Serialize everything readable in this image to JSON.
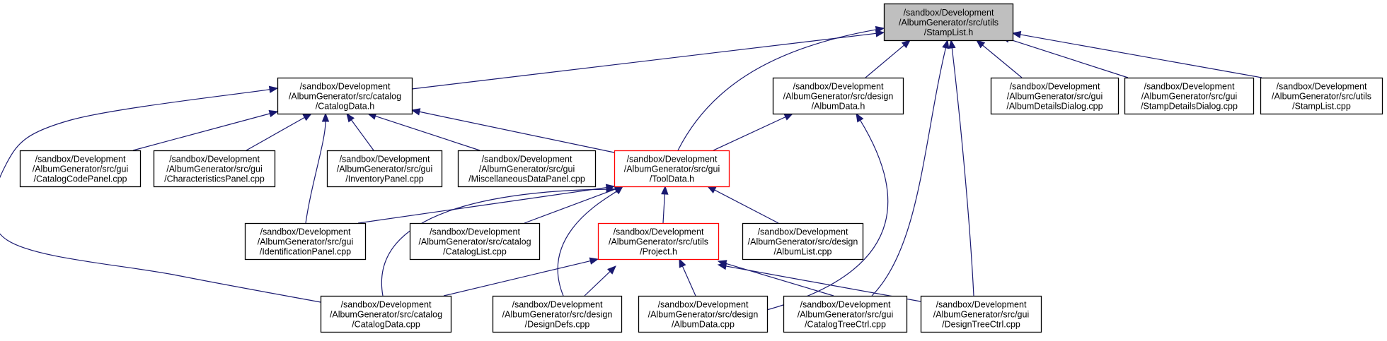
{
  "colors": {
    "edge": "#191970",
    "node_border": "#000000",
    "focus_border": "#ff0000",
    "root_fill": "#bfbfbf",
    "node_fill": "#ffffff"
  },
  "nodes": [
    {
      "id": "stamplist_h",
      "kind": "root",
      "lines": [
        "/sandbox/Development",
        "/AlbumGenerator/src/utils",
        "/StampList.h"
      ]
    },
    {
      "id": "catalogdata_h",
      "kind": "normal",
      "lines": [
        "/sandbox/Development",
        "/AlbumGenerator/src/catalog",
        "/CatalogData.h"
      ]
    },
    {
      "id": "albumdata_h",
      "kind": "normal",
      "lines": [
        "/sandbox/Development",
        "/AlbumGenerator/src/design",
        "/AlbumData.h"
      ]
    },
    {
      "id": "albumdetailsdialog_cpp",
      "kind": "normal",
      "lines": [
        "/sandbox/Development",
        "/AlbumGenerator/src/gui",
        "/AlbumDetailsDialog.cpp"
      ]
    },
    {
      "id": "stampdetailsdialog_cpp",
      "kind": "normal",
      "lines": [
        "/sandbox/Development",
        "/AlbumGenerator/src/gui",
        "/StampDetailsDialog.cpp"
      ]
    },
    {
      "id": "stamplist_cpp",
      "kind": "normal",
      "lines": [
        "/sandbox/Development",
        "/AlbumGenerator/src/utils",
        "/StampList.cpp"
      ]
    },
    {
      "id": "catalogcodepanel_cpp",
      "kind": "normal",
      "lines": [
        "/sandbox/Development",
        "/AlbumGenerator/src/gui",
        "/CatalogCodePanel.cpp"
      ]
    },
    {
      "id": "characteristicspanel_cpp",
      "kind": "normal",
      "lines": [
        "/sandbox/Development",
        "/AlbumGenerator/src/gui",
        "/CharacteristicsPanel.cpp"
      ]
    },
    {
      "id": "inventorypanel_cpp",
      "kind": "normal",
      "lines": [
        "/sandbox/Development",
        "/AlbumGenerator/src/gui",
        "/InventoryPanel.cpp"
      ]
    },
    {
      "id": "miscellaneousdatapanel_cpp",
      "kind": "normal",
      "lines": [
        "/sandbox/Development",
        "/AlbumGenerator/src/gui",
        "/MiscellaneousDataPanel.cpp"
      ]
    },
    {
      "id": "tooldata_h",
      "kind": "focus",
      "lines": [
        "/sandbox/Development",
        "/AlbumGenerator/src/gui",
        "/ToolData.h"
      ]
    },
    {
      "id": "identificationpanel_cpp",
      "kind": "normal",
      "lines": [
        "/sandbox/Development",
        "/AlbumGenerator/src/gui",
        "/IdentificationPanel.cpp"
      ]
    },
    {
      "id": "cataloglist_cpp",
      "kind": "normal",
      "lines": [
        "/sandbox/Development",
        "/AlbumGenerator/src/catalog",
        "/CatalogList.cpp"
      ]
    },
    {
      "id": "project_h",
      "kind": "focus",
      "lines": [
        "/sandbox/Development",
        "/AlbumGenerator/src/utils",
        "/Project.h"
      ]
    },
    {
      "id": "albumlist_cpp",
      "kind": "normal",
      "lines": [
        "/sandbox/Development",
        "/AlbumGenerator/src/design",
        "/AlbumList.cpp"
      ]
    },
    {
      "id": "catalogdata_cpp",
      "kind": "normal",
      "lines": [
        "/sandbox/Development",
        "/AlbumGenerator/src/catalog",
        "/CatalogData.cpp"
      ]
    },
    {
      "id": "designdefs_cpp",
      "kind": "normal",
      "lines": [
        "/sandbox/Development",
        "/AlbumGenerator/src/design",
        "/DesignDefs.cpp"
      ]
    },
    {
      "id": "albumdata_cpp",
      "kind": "normal",
      "lines": [
        "/sandbox/Development",
        "/AlbumGenerator/src/design",
        "/AlbumData.cpp"
      ]
    },
    {
      "id": "catalogtreectrl_cpp",
      "kind": "normal",
      "lines": [
        "/sandbox/Development",
        "/AlbumGenerator/src/gui",
        "/CatalogTreeCtrl.cpp"
      ]
    },
    {
      "id": "designtreectrl_cpp",
      "kind": "normal",
      "lines": [
        "/sandbox/Development",
        "/AlbumGenerator/src/gui",
        "/DesignTreeCtrl.cpp"
      ]
    }
  ],
  "edges": [
    {
      "from": "catalogdata_h",
      "to": "stamplist_h"
    },
    {
      "from": "tooldata_h",
      "to": "stamplist_h"
    },
    {
      "from": "albumdata_h",
      "to": "stamplist_h"
    },
    {
      "from": "albumdetailsdialog_cpp",
      "to": "stamplist_h"
    },
    {
      "from": "stampdetailsdialog_cpp",
      "to": "stamplist_h"
    },
    {
      "from": "stamplist_cpp",
      "to": "stamplist_h"
    },
    {
      "from": "catalogtreectrl_cpp",
      "to": "stamplist_h"
    },
    {
      "from": "designtreectrl_cpp",
      "to": "stamplist_h"
    },
    {
      "from": "catalogcodepanel_cpp",
      "to": "catalogdata_h"
    },
    {
      "from": "characteristicspanel_cpp",
      "to": "catalogdata_h"
    },
    {
      "from": "inventorypanel_cpp",
      "to": "catalogdata_h"
    },
    {
      "from": "miscellaneousdatapanel_cpp",
      "to": "catalogdata_h"
    },
    {
      "from": "tooldata_h",
      "to": "catalogdata_h"
    },
    {
      "from": "identificationpanel_cpp",
      "to": "catalogdata_h"
    },
    {
      "from": "catalogdata_cpp",
      "to": "catalogdata_h"
    },
    {
      "from": "tooldata_h",
      "to": "albumdata_h"
    },
    {
      "from": "albumdata_cpp",
      "to": "albumdata_h"
    },
    {
      "from": "identificationpanel_cpp",
      "to": "tooldata_h"
    },
    {
      "from": "cataloglist_cpp",
      "to": "tooldata_h"
    },
    {
      "from": "project_h",
      "to": "tooldata_h"
    },
    {
      "from": "albumlist_cpp",
      "to": "tooldata_h"
    },
    {
      "from": "catalogdata_cpp",
      "to": "tooldata_h"
    },
    {
      "from": "designdefs_cpp",
      "to": "tooldata_h"
    },
    {
      "from": "catalogdata_cpp",
      "to": "project_h"
    },
    {
      "from": "designdefs_cpp",
      "to": "project_h"
    },
    {
      "from": "albumdata_cpp",
      "to": "project_h"
    },
    {
      "from": "catalogtreectrl_cpp",
      "to": "project_h"
    },
    {
      "from": "designtreectrl_cpp",
      "to": "project_h"
    }
  ]
}
